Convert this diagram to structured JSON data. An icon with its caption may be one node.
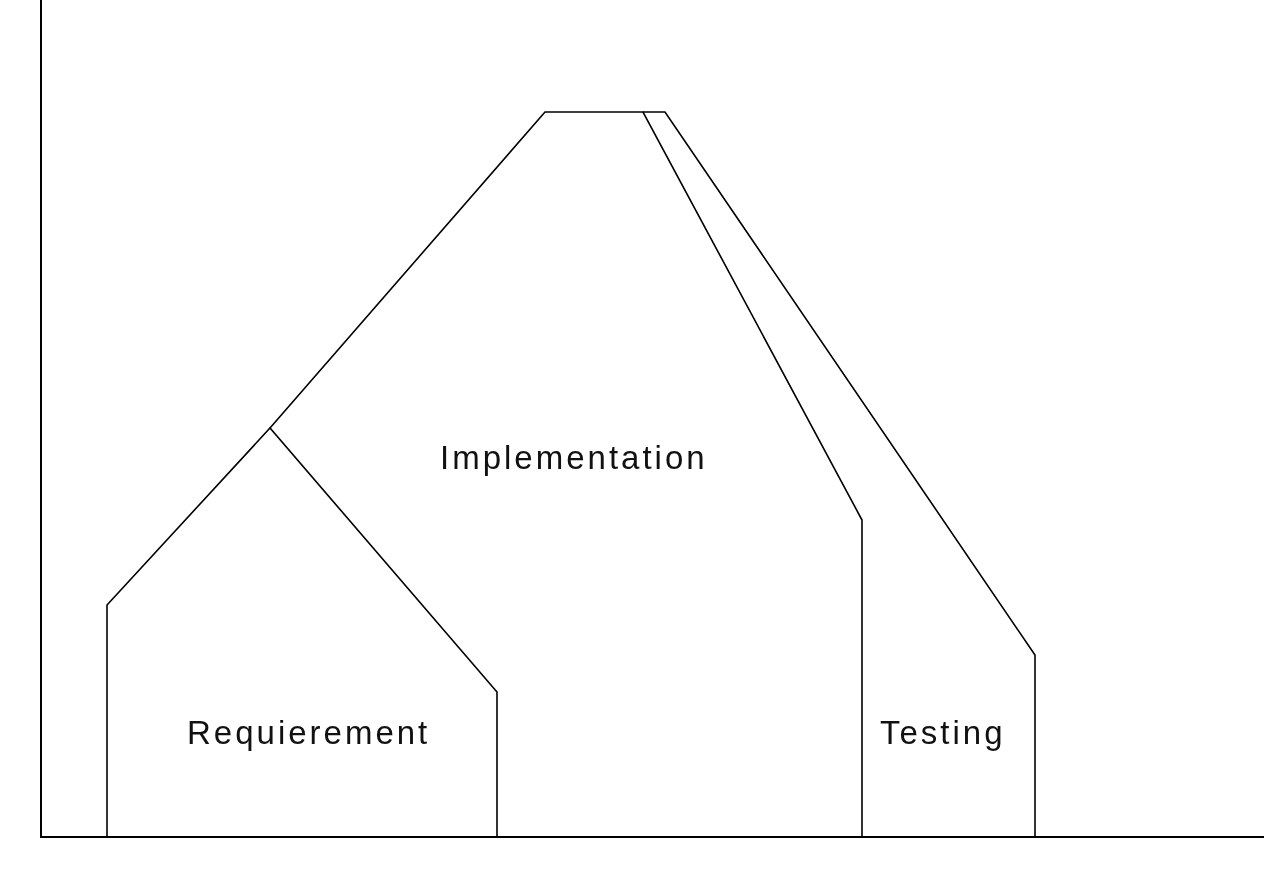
{
  "diagram": {
    "nodes": [
      {
        "text": [
          "Requierement"
        ]
      },
      {
        "text": [
          "Implementation"
        ]
      },
      {
        "text": [
          "Testing"
        ]
      }
    ]
  }
}
